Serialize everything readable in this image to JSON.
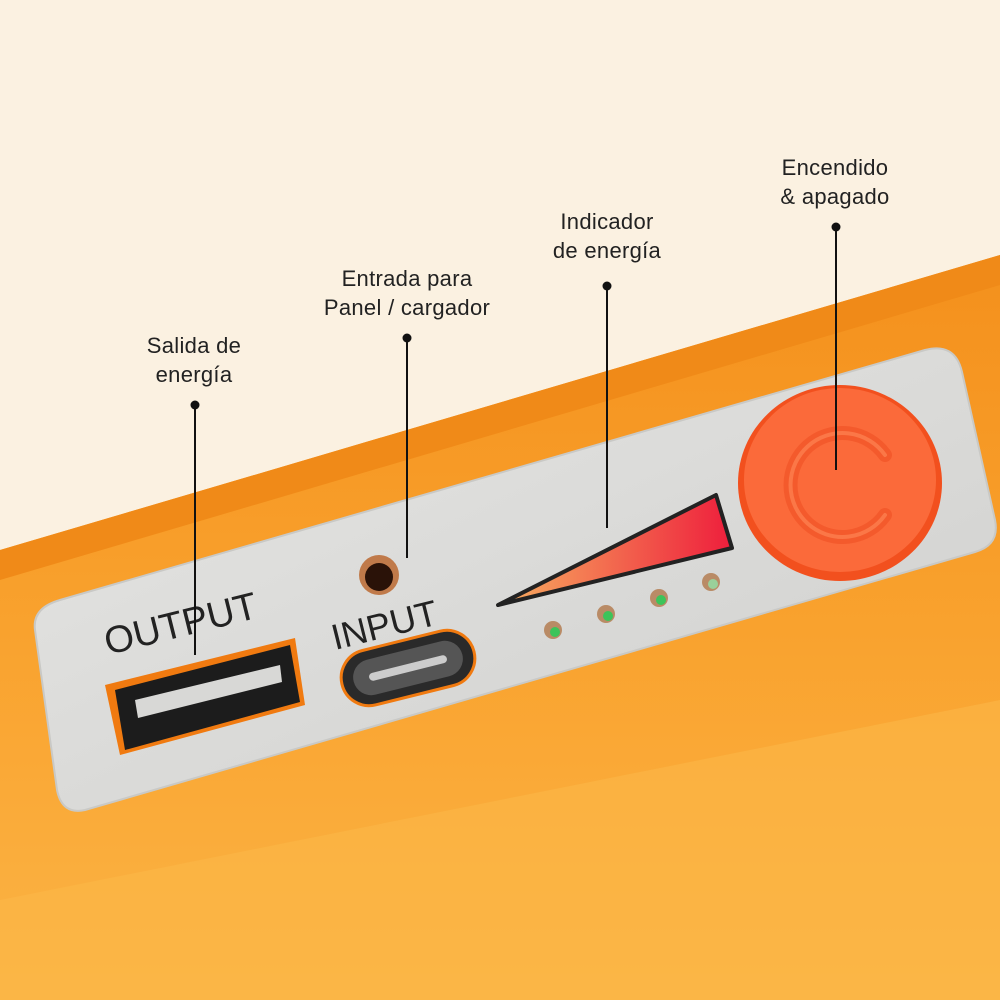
{
  "callouts": {
    "output": {
      "line1": "Salida de",
      "line2": "energía"
    },
    "input": {
      "line1": "Entrada para",
      "line2": "Panel / cargador"
    },
    "indicator": {
      "line1": "Indicador",
      "line2": "de energía"
    },
    "power": {
      "line1": "Encendido",
      "line2": "& apagado"
    }
  },
  "panel": {
    "output_label": "OUTPUT",
    "input_label": "INPUT"
  },
  "battery_leds": {
    "lit": 4,
    "total": 4
  },
  "colors": {
    "background": "#fbf1e1",
    "body_orange": "#f9a22e",
    "panel_silver": "#dcdcdc",
    "button_orange": "#fb6a3a",
    "led_green": "#3cc45a"
  }
}
